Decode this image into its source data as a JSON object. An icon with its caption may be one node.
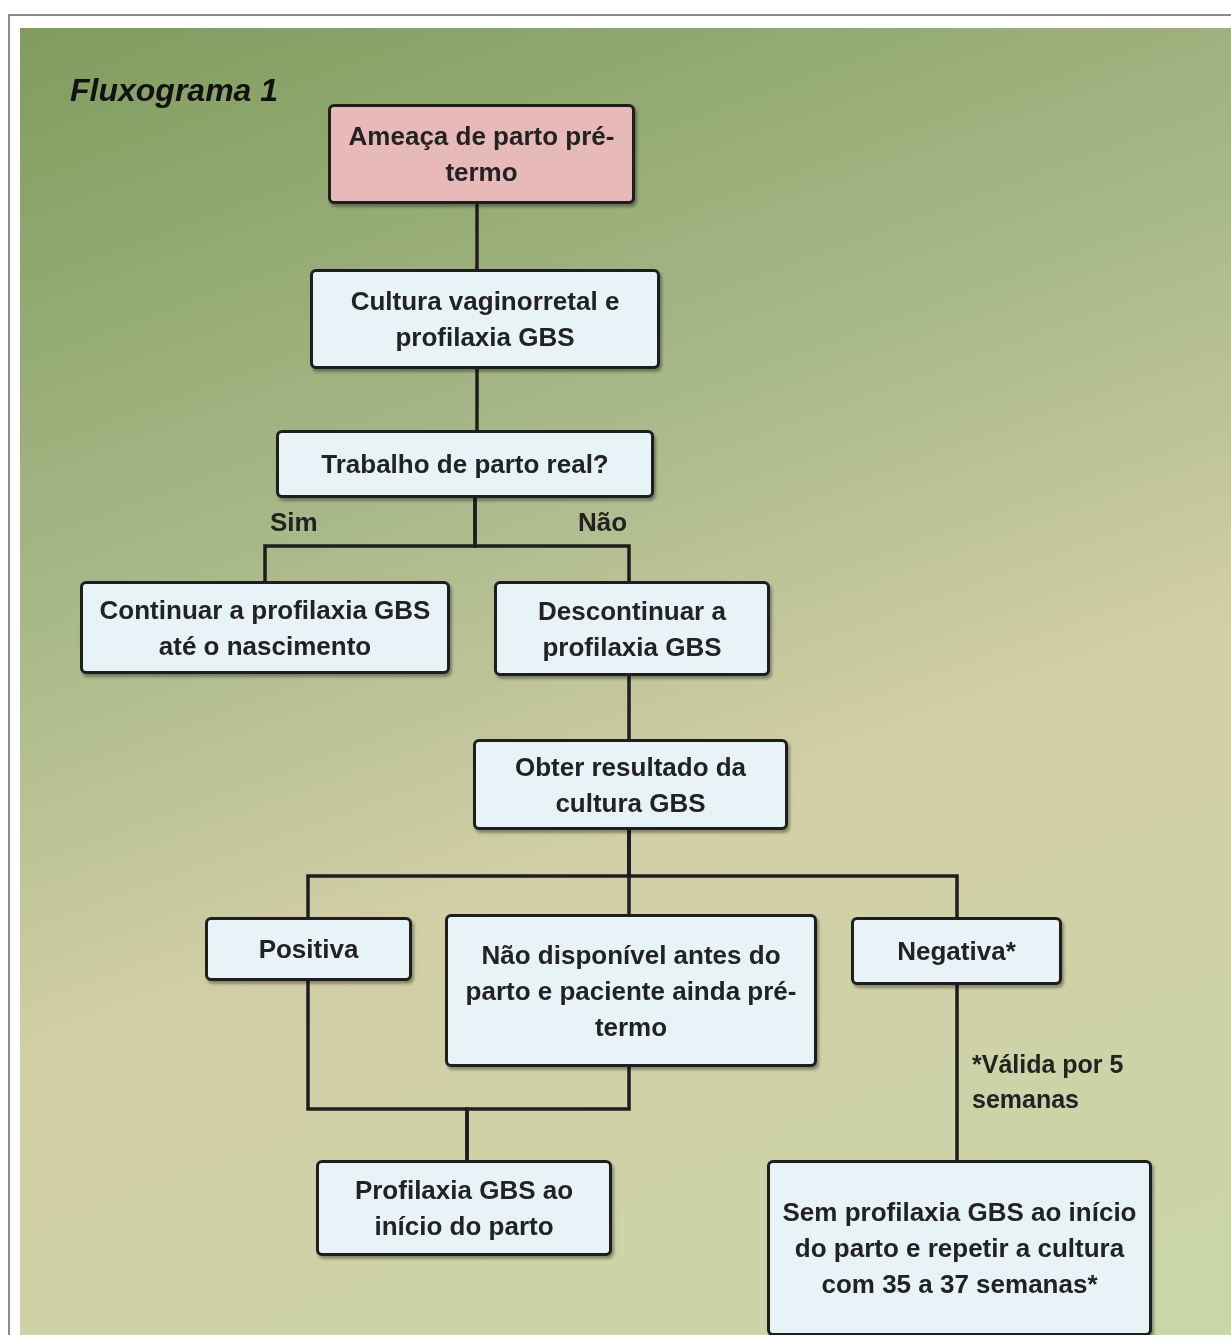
{
  "diagram": {
    "title": "Fluxograma 1",
    "nodes": [
      {
        "text": [
          "Ameaça de parto pré-termo"
        ]
      },
      {
        "text": [
          "Cultura vaginorretal e profilaxia GBS"
        ]
      },
      {
        "text": [
          "Trabalho de parto real?"
        ]
      },
      {
        "text": [
          "Continuar a profilaxia GBS até o nascimento"
        ]
      },
      {
        "text": [
          "Descontinuar a profilaxia GBS"
        ]
      },
      {
        "text": [
          "Obter resultado da cultura GBS"
        ]
      },
      {
        "text": [
          "Positiva"
        ]
      },
      {
        "text": [
          "Não disponível antes do parto e paciente ainda pré-termo"
        ]
      },
      {
        "text": [
          "Negativa*"
        ]
      },
      {
        "text": [
          "Profilaxia GBS ao início do parto"
        ]
      },
      {
        "text": [
          "Sem profilaxia GBS ao início do parto e repetir a cultura com 35 a 37 semanas*"
        ]
      }
    ],
    "edges": [
      {
        "from": 0,
        "to": 1,
        "arrow": "none"
      },
      {
        "from": 1,
        "to": 2,
        "arrow": "none"
      },
      {
        "from": 2,
        "to": 3,
        "arrow": "none",
        "label": "Sim"
      },
      {
        "from": 2,
        "to": 4,
        "arrow": "none",
        "label": "Não"
      },
      {
        "from": 4,
        "to": 5,
        "arrow": "none"
      },
      {
        "from": 5,
        "to": 6,
        "arrow": "none"
      },
      {
        "from": 5,
        "to": 7,
        "arrow": "none"
      },
      {
        "from": 5,
        "to": 8,
        "arrow": "none"
      },
      {
        "from": 6,
        "to": 9,
        "arrow": "none"
      },
      {
        "from": 7,
        "to": 9,
        "arrow": "none"
      },
      {
        "from": 8,
        "to": 10,
        "arrow": "none"
      }
    ],
    "labels": [
      "*Válida por 5 semanas"
    ]
  }
}
